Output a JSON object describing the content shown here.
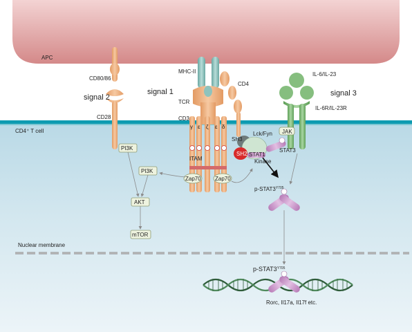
{
  "labels": {
    "apc": "APC",
    "cd80_86": "CD80/86",
    "signal2": "signal 2",
    "cd28": "CD28",
    "mhc2": "MHC-II",
    "signal1": "signal 1",
    "tcr": "TCR",
    "cd4": "CD4",
    "cd3": "CD3",
    "il6_il23": "IL-6/IL-23",
    "signal3": "signal 3",
    "il6r_il23r": "IL-6R/IL-23R",
    "cd4_t_cell": "CD4⁺ T cell",
    "lck_fyn": "Lck/Fyn",
    "sh3": "SH3",
    "sh2": "SH2",
    "stat1": "STAT1",
    "kinase": "Kinase",
    "jak": "JAK",
    "stat3": "STAT3",
    "pi3k_a": "PI3K",
    "pi3k_b": "PI3K",
    "akt": "AKT",
    "mtor": "mTOR",
    "itam": "ITAM",
    "zap70_left": "Zap70",
    "zap70_right": "Zap70",
    "pstat3": "p-STAT3",
    "pstat3_sup": "Y705",
    "nuclear_membrane": "Nuclear membrane",
    "pstat3_nuc": "p-STAT3",
    "pstat3_nuc_sup": "Y705",
    "genes": "Rorc, Il17a, Il17f etc.",
    "phospho": "P",
    "gamma": "γ",
    "epsilon": "ε",
    "delta": "δ",
    "zeta": "ζ"
  },
  "colors": {
    "apc": "#d98d8d",
    "membrane": "#0e9bb1",
    "cell": "#cfe4ee",
    "receptor": "#f0b98c",
    "mhc": "#8fc3bd",
    "il_receptor": "#86be7f",
    "stat3": "#c99ac9",
    "kinase_red": "#d82a2a",
    "dna": "#2f5c3a"
  }
}
